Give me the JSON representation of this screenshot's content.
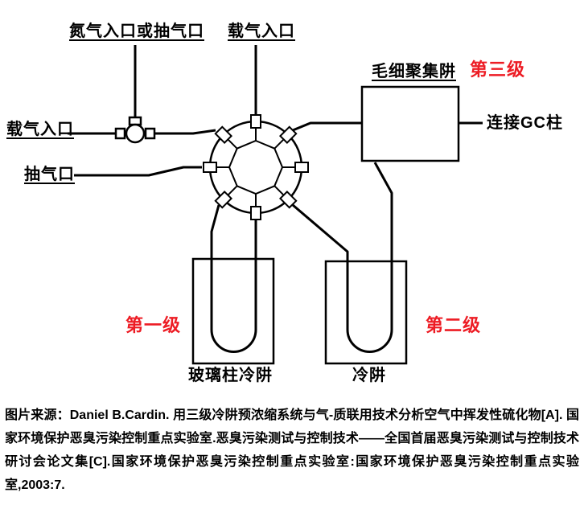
{
  "figure": {
    "labels": {
      "nitrogen_inlet": "氮气入口或抽气口",
      "carrier_inlet_top": "载气入口",
      "carrier_inlet_left": "载气入口",
      "pump_port": "抽气口",
      "capillary_trap": "毛细聚集阱",
      "gc_column_connect": "连接GC柱",
      "glass_column_cold_trap": "玻璃柱冷阱",
      "cold_trap": "冷阱"
    },
    "stages": {
      "first": "第一级",
      "second": "第二级",
      "third": "第三级"
    },
    "colors": {
      "stage_red": "#ed1c24",
      "line": "#000000",
      "background": "#ffffff"
    },
    "caption": "图片来源：Daniel B.Cardin. 用三级冷阱预浓缩系统与气-质联用技术分析空气中挥发性硫化物[A]. 国家环境保护恶臭污染控制重点实验室.恶臭污染测试与控制技术——全国首届恶臭污染测试与控制技术研讨会论文集[C].国家环境保护恶臭污染控制重点实验室:国家环境保护恶臭污染控制重点实验室,2003:7."
  }
}
